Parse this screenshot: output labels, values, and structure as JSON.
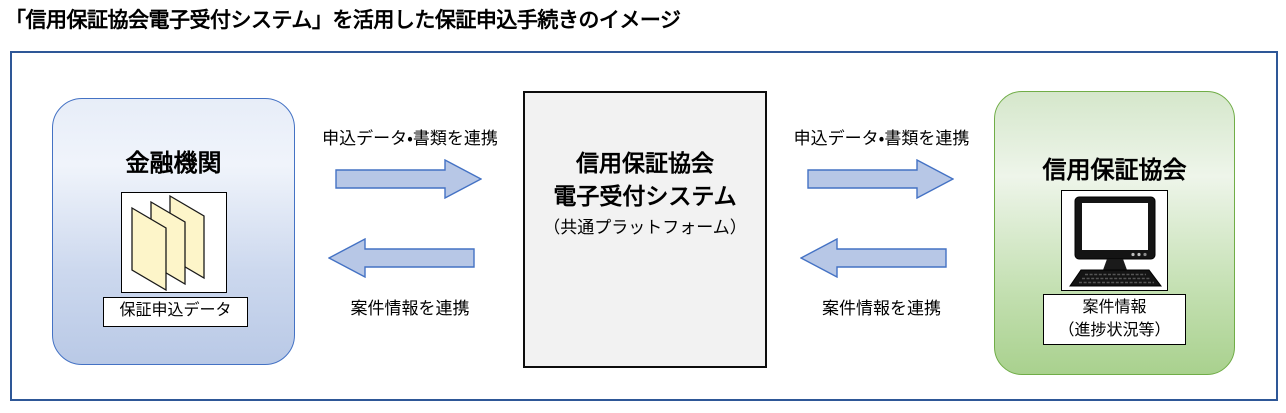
{
  "title": "「信用保証協会電子受付システム」を活用した保証申込手続きのイメージ",
  "nodes": {
    "financial_institution": {
      "label": "金融機関",
      "data_label": "保証申込データ",
      "icon": "documents-icon"
    },
    "platform": {
      "name_line1": "信用保証協会",
      "name_line2": "電子受付システム",
      "subtitle": "（共通プラットフォーム）"
    },
    "guarantee_association": {
      "label": "信用保証協会",
      "data_label_line1": "案件情報",
      "data_label_line2": "（進捗状況等）",
      "icon": "computer-icon"
    }
  },
  "flows": {
    "left": {
      "top_label": "申込データ・書類を連携",
      "top_direction": "right",
      "bottom_label": "案件情報を連携",
      "bottom_direction": "left"
    },
    "right": {
      "top_label": "申込データ・書類を連携",
      "top_direction": "right",
      "bottom_label": "案件情報を連携",
      "bottom_direction": "left"
    }
  },
  "colors": {
    "frame_border": "#2e5797",
    "arrow_fill": "#b7c7e6",
    "arrow_stroke": "#4472c4",
    "financial_node_border": "#4472c4",
    "association_node_border": "#70ad47",
    "platform_fill": "#f2f2f2",
    "document_sheet_fill": "#fdf5c9"
  }
}
